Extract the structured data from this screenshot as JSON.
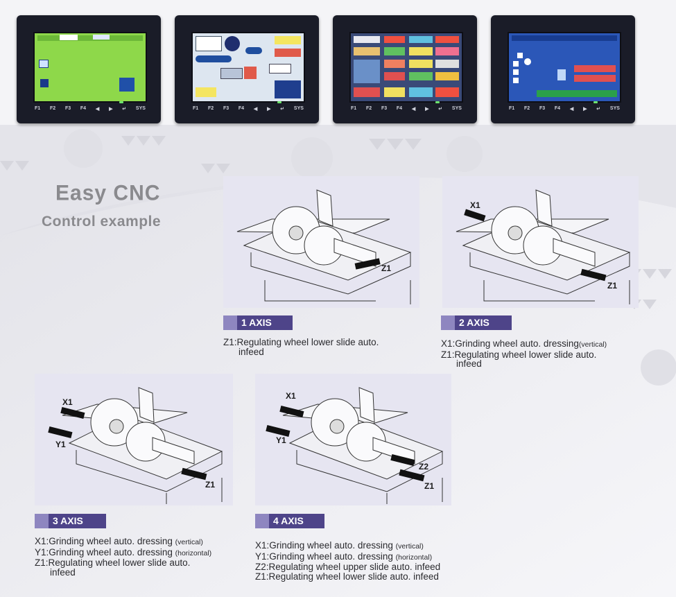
{
  "hmi_keys": [
    "F1",
    "F2",
    "F3",
    "F4",
    "◀",
    "▶",
    "↵",
    "SYS"
  ],
  "colors": {
    "accent_purple": "#4e4489",
    "accent_purple_light": "#8e86c0",
    "diagram_bg": "#e6e5f1",
    "heading_gray": "#8a8a8e"
  },
  "heading": {
    "title": "Easy CNC",
    "subtitle": "Control example"
  },
  "panels": [
    {
      "tag": "1 AXIS",
      "axes": [
        "Z1"
      ],
      "lines": [
        {
          "axis": "Z1:",
          "text": "Regulating wheel lower slide auto.",
          "note": ""
        }
      ],
      "cont": "infeed"
    },
    {
      "tag": "2 AXIS",
      "axes": [
        "X1",
        "Z1"
      ],
      "lines": [
        {
          "axis": "X1:",
          "text": "Grinding wheel auto. dressing",
          "note": "(vertical)"
        },
        {
          "axis": "Z1:",
          "text": "Regulating wheel lower slide auto.",
          "note": ""
        }
      ],
      "cont": "infeed"
    },
    {
      "tag": "3 AXIS",
      "axes": [
        "X1",
        "Y1",
        "Z1"
      ],
      "lines": [
        {
          "axis": "X1:",
          "text": "Grinding wheel auto. dressing ",
          "note": "(vertical)"
        },
        {
          "axis": "Y1:",
          "text": "Grinding wheel auto. dressing ",
          "note": "(horizontal)"
        },
        {
          "axis": "Z1:",
          "text": "Regulating wheel lower slide auto.",
          "note": ""
        }
      ],
      "cont": "infeed"
    },
    {
      "tag": "4 AXIS",
      "axes": [
        "X1",
        "Y1",
        "Z2",
        "Z1"
      ],
      "lines": [
        {
          "axis": "X1:",
          "text": "Grinding wheel auto. dressing ",
          "note": "(vertical)"
        },
        {
          "axis": "Y1:",
          "text": "Grinding wheel auto. dressing ",
          "note": "(horizontal)"
        },
        {
          "axis": "Z2:",
          "text": "Regulating wheel upper slide auto. infeed",
          "note": ""
        },
        {
          "axis": "Z1:",
          "text": "Regulating wheel lower slide auto. infeed",
          "note": ""
        }
      ],
      "cont": ""
    }
  ]
}
